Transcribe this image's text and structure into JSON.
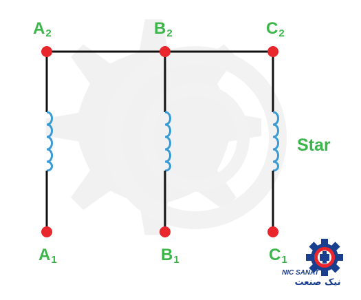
{
  "terminals": [
    {
      "id": "A",
      "top_letter": "A",
      "top_sub": "2",
      "bottom_letter": "A",
      "bottom_sub": "1"
    },
    {
      "id": "B",
      "top_letter": "B",
      "top_sub": "2",
      "bottom_letter": "B",
      "bottom_sub": "1"
    },
    {
      "id": "C",
      "top_letter": "C",
      "top_sub": "2",
      "bottom_letter": "C",
      "bottom_sub": "1"
    }
  ],
  "connection_label": "Star",
  "logo": {
    "text_en": "NIC SANAT",
    "text_fa": "نیک صنعت"
  },
  "colors": {
    "wire": "#111111",
    "terminal_dot": "#e8262b",
    "coil": "#3a9bd5",
    "label": "#3cb54a",
    "watermark": "#eeeeee",
    "logo_blue": "#1a3f8f",
    "logo_red": "#e8262b"
  }
}
